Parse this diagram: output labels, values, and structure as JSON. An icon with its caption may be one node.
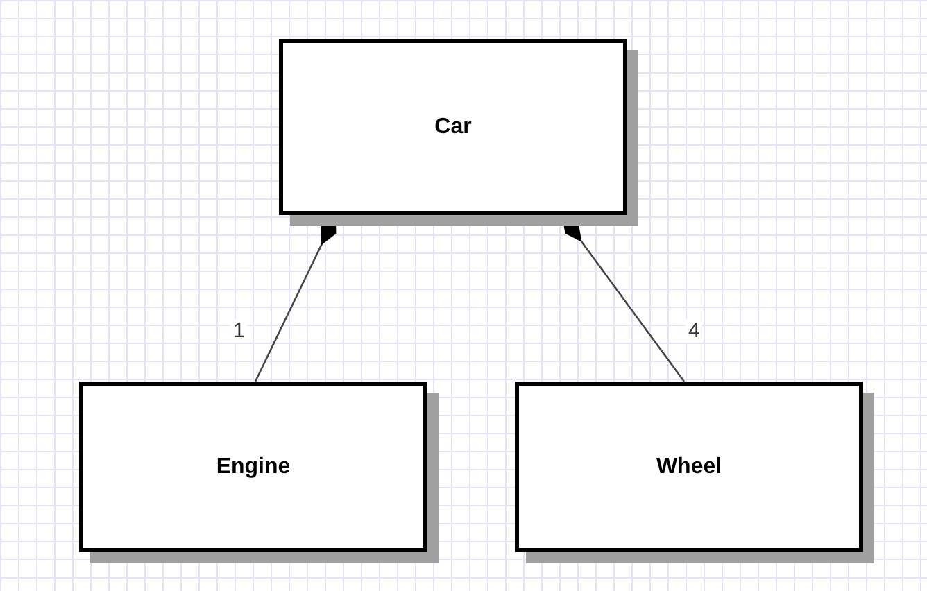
{
  "diagram": {
    "nodes": [
      {
        "text": [
          "Car"
        ]
      },
      {
        "text": [
          "Engine"
        ]
      },
      {
        "text": [
          "Wheel"
        ]
      }
    ],
    "edges": [
      {
        "from": 1,
        "to": 0,
        "arrow": "other",
        "label": "1"
      },
      {
        "from": 2,
        "to": 0,
        "arrow": "other",
        "label": "4"
      }
    ]
  }
}
